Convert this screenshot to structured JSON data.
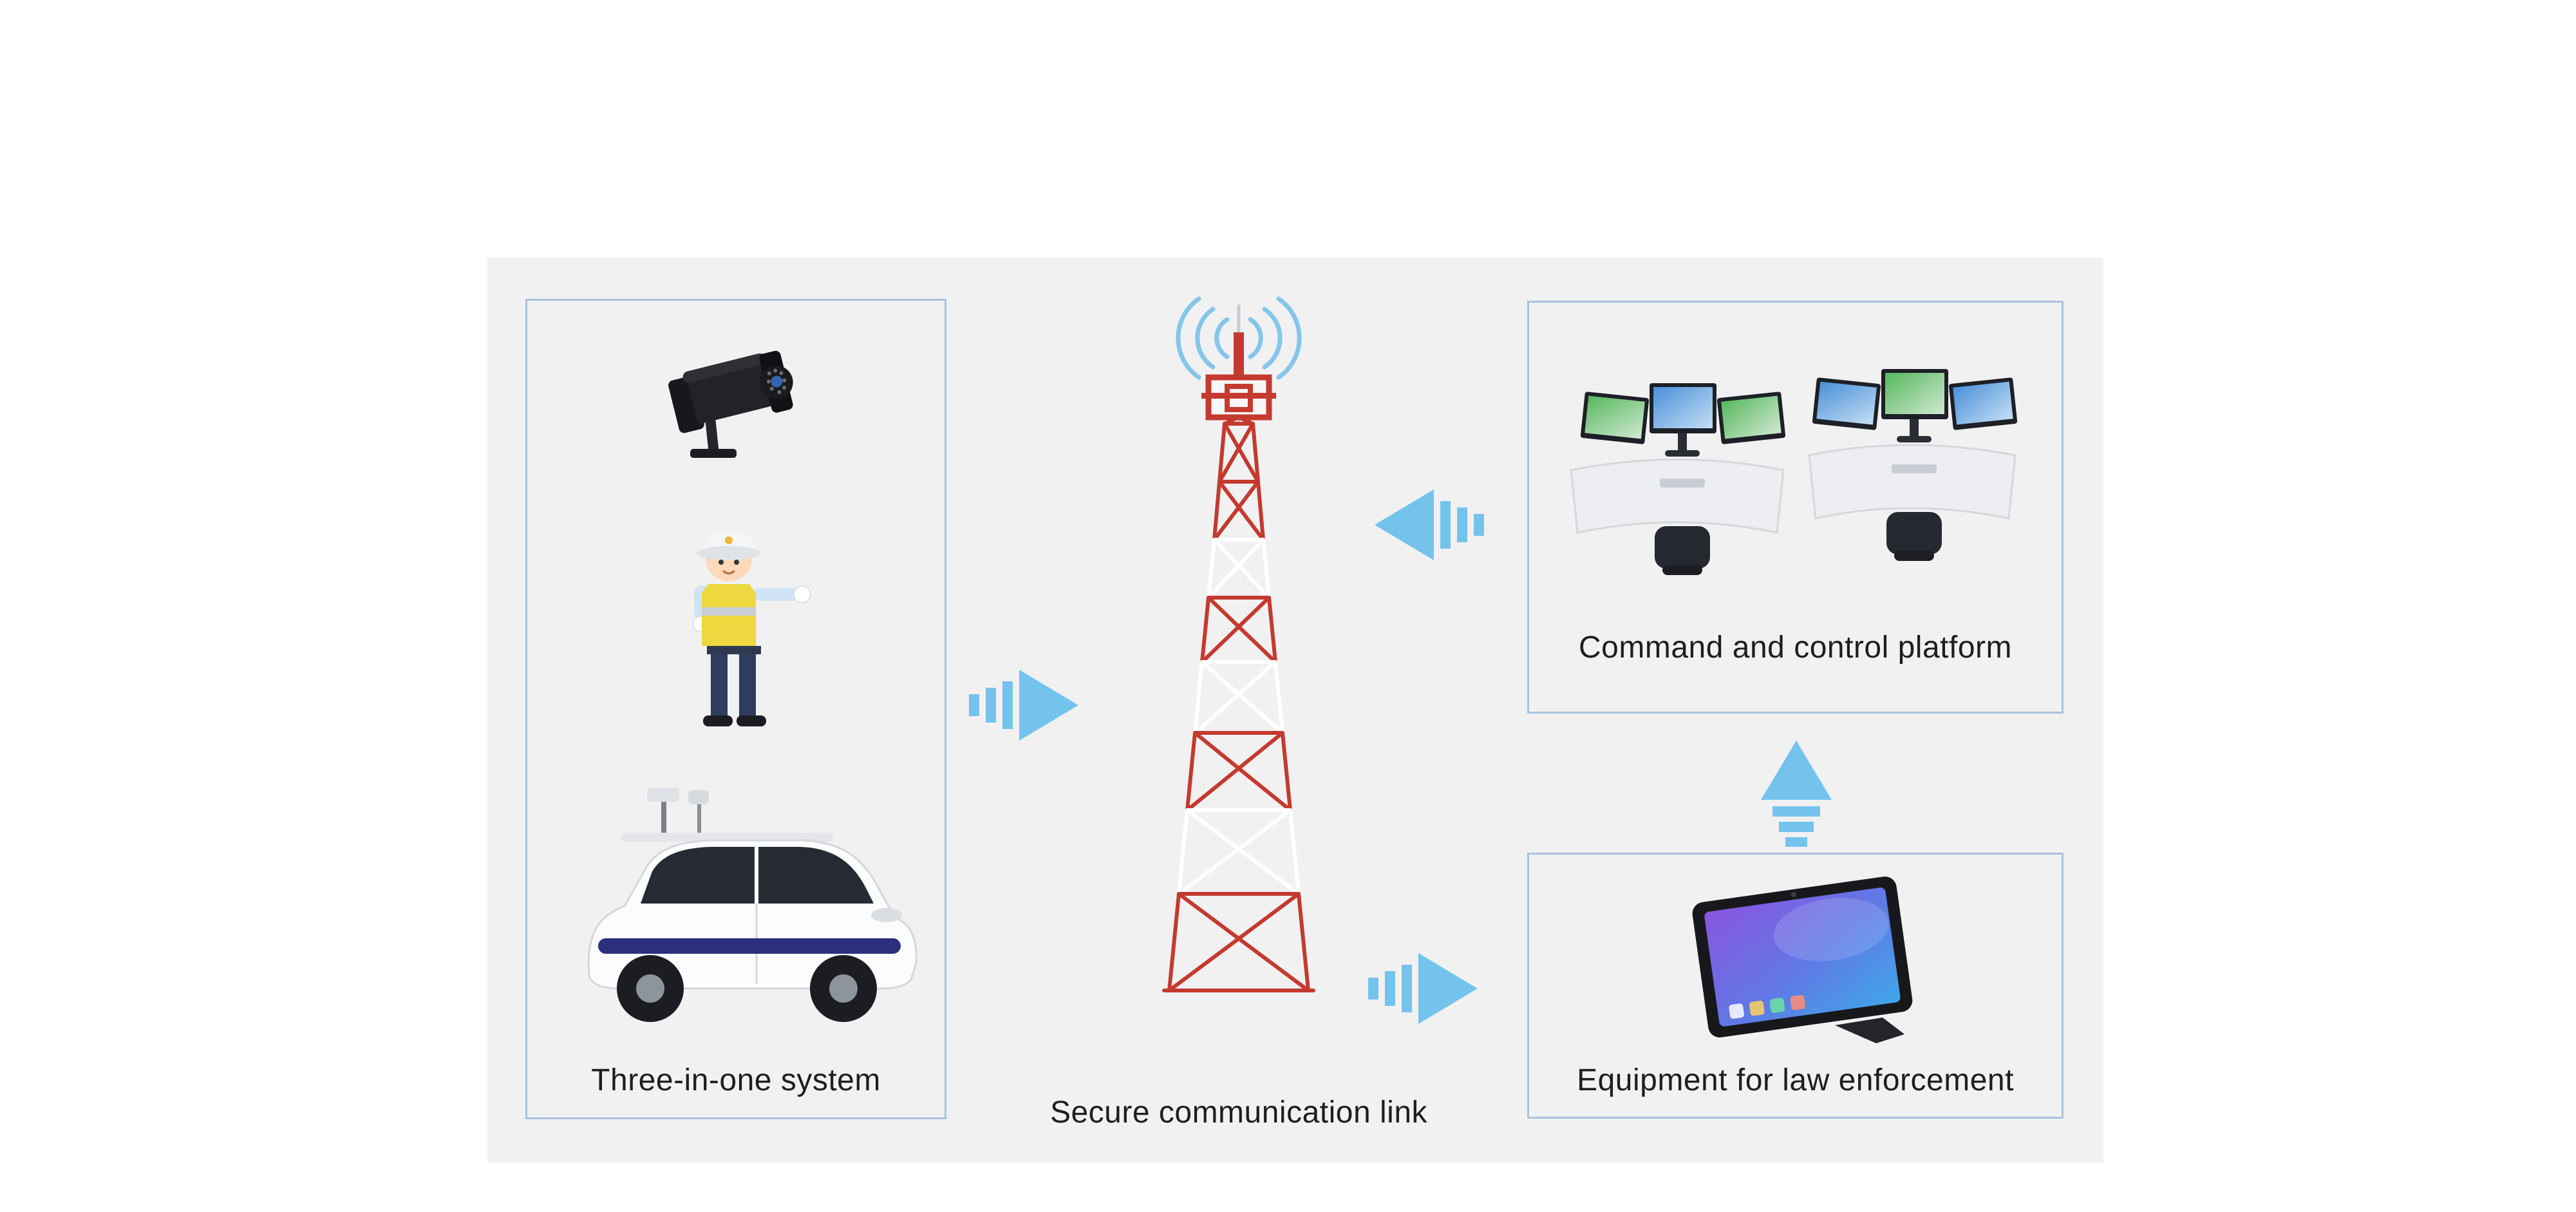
{
  "title": "Roadside traffic enforcement system diagram",
  "colors": {
    "page_bg": "#ffffff",
    "panel_bg": "#f1f1f2",
    "box_border": "#a9c3de",
    "arrow_blue": "#74c3ec",
    "signal_blue": "#85c6ea",
    "tower_red": "#c43a2f",
    "label_text": "#1d1e20"
  },
  "nodes": {
    "three_in_one": {
      "label": "Three-in-one system",
      "items": [
        {
          "icon": "cctv-camera-icon"
        },
        {
          "icon": "traffic-police-icon"
        },
        {
          "icon": "patrol-vehicle-icon"
        }
      ]
    },
    "secure_link": {
      "label": "Secure communication link",
      "icon": "radio-tower-icon"
    },
    "command_platform": {
      "label": "Command and control platform",
      "icon": "control-room-icon"
    },
    "law_enforcement_equipment": {
      "label": "Equipment for law enforcement",
      "icon": "tablet-icon"
    }
  },
  "arrows": [
    {
      "name": "three-in-one-to-tower",
      "direction": "right"
    },
    {
      "name": "command-platform-to-tower",
      "direction": "left"
    },
    {
      "name": "tower-to-equipment",
      "direction": "right"
    },
    {
      "name": "equipment-to-command-platform",
      "direction": "up"
    }
  ]
}
